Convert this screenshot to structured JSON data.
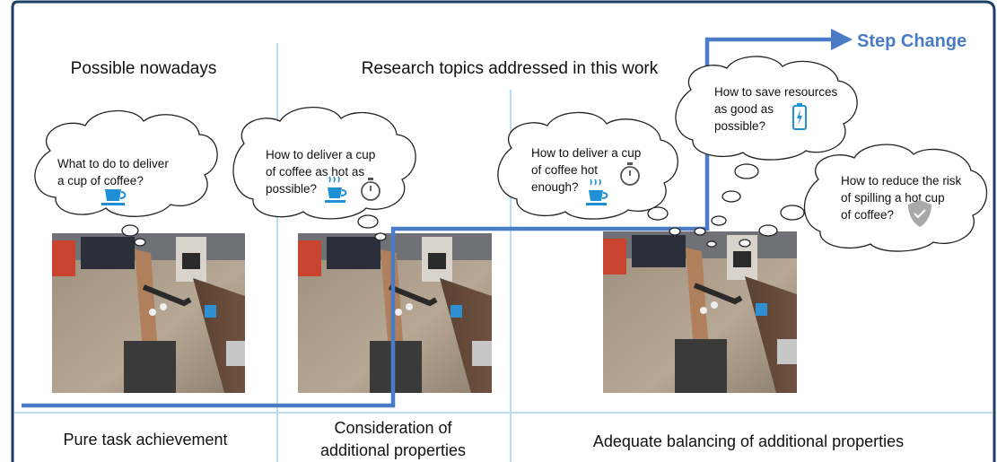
{
  "headers": {
    "left": "Possible nowadays",
    "right": "Research topics addressed in this work"
  },
  "step_change": "Step Change",
  "bubbles": {
    "b1": [
      "What to do to deliver",
      "a cup of coffee?"
    ],
    "b2": [
      "How to deliver a cup",
      "of coffee as hot as",
      "possible?"
    ],
    "b3": [
      "How to deliver a cup",
      "of coffee hot",
      "enough?"
    ],
    "b4": [
      "How to save resources",
      "as good as",
      "possible?"
    ],
    "b5": [
      "How to reduce the risk",
      "of spilling a hot cup",
      "of coffee?"
    ]
  },
  "footers": {
    "left": "Pure task achievement",
    "middle": [
      "Consideration of",
      "additional properties"
    ],
    "right": "Adequate balancing of additional properties"
  },
  "colors": {
    "border": "#1f3f66",
    "divider": "#bcdcf3",
    "arrow": "#4a7cc6",
    "icon_blue": "#1f8fd6",
    "shield": "#a9a9a9"
  }
}
